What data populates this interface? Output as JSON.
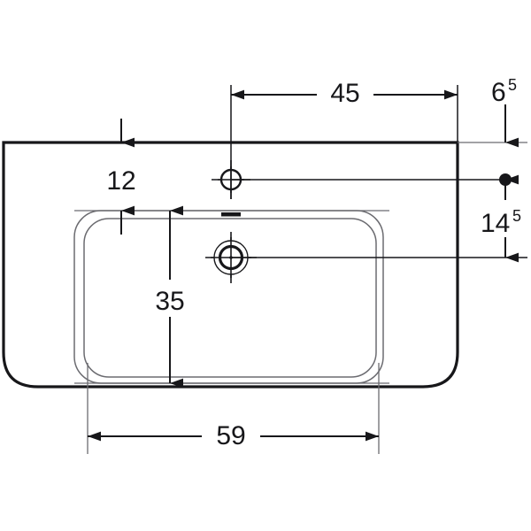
{
  "drawing": {
    "title": "Washbasin plan view dimensioned drawing",
    "units": "cm",
    "line_color": "#17171a",
    "thin_line_color": "#6b6b70",
    "background": "#ffffff",
    "product": "washbasin-top-view"
  },
  "dimensions": {
    "top_width": {
      "value": "45",
      "superscript": "",
      "name": "tap-hole-to-right-edge"
    },
    "top_right": {
      "value": "6",
      "superscript": "5",
      "name": "right-edge-offset"
    },
    "left_depth": {
      "value": "12",
      "superscript": "",
      "name": "rear-rim-depth"
    },
    "right_depth": {
      "value": "14",
      "superscript": "5",
      "name": "tap-hole-depth"
    },
    "basin_depth": {
      "value": "35",
      "superscript": "",
      "name": "basin-inner-depth"
    },
    "basin_width": {
      "value": "59",
      "superscript": "",
      "name": "basin-inner-width"
    }
  },
  "features": {
    "tap_hole": {
      "name": "tap-hole",
      "label": ""
    },
    "drain": {
      "name": "drain-outlet",
      "label": ""
    },
    "overflow": {
      "name": "overflow-slot",
      "label": ""
    }
  }
}
